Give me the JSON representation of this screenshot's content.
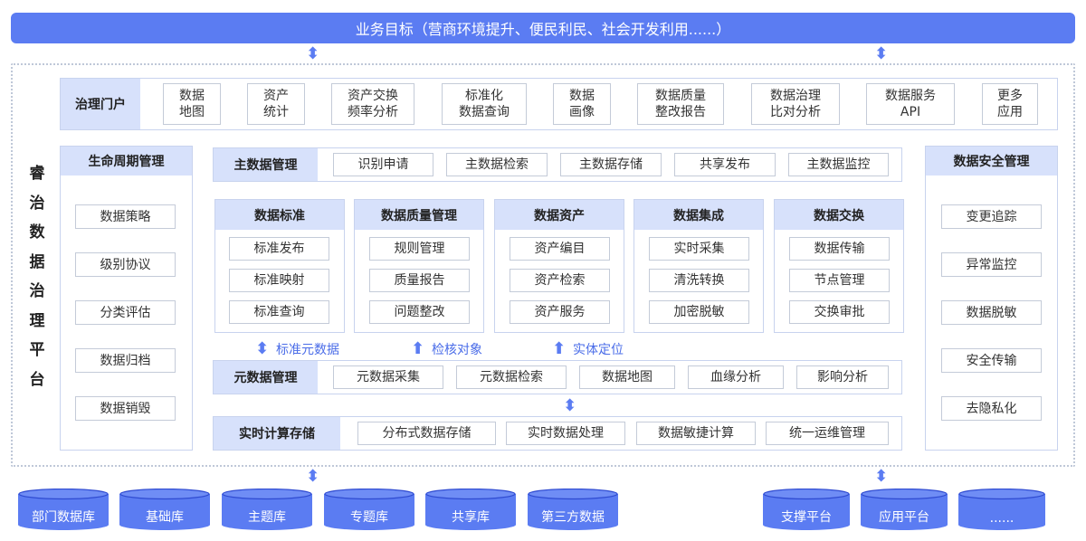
{
  "banner": "业务目标（营商环境提升、便民利民、社会开发利用......）",
  "platform_title": [
    "睿",
    "治",
    "数",
    "据",
    "治",
    "理",
    "平",
    "台"
  ],
  "portal": {
    "title": "治理门户",
    "items": [
      "数据\n地图",
      "资产\n统计",
      "资产交换\n频率分析",
      "标准化\n数据查询",
      "数据\n画像",
      "数据质量\n整改报告",
      "数据治理\n比对分析",
      "数据服务\nAPI",
      "更多\n应用"
    ]
  },
  "lifecycle": {
    "title": "生命周期管理",
    "items": [
      "数据策略",
      "级别协议",
      "分类评估",
      "数据归档",
      "数据销毁"
    ]
  },
  "security": {
    "title": "数据安全管理",
    "items": [
      "变更追踪",
      "异常监控",
      "数据脱敏",
      "安全传输",
      "去隐私化"
    ]
  },
  "master_data": {
    "title": "主数据管理",
    "items": [
      "识别申请",
      "主数据检索",
      "主数据存储",
      "共享发布",
      "主数据监控"
    ]
  },
  "modules": [
    {
      "title": "数据标准",
      "items": [
        "标准发布",
        "标准映射",
        "标准查询"
      ]
    },
    {
      "title": "数据质量管理",
      "items": [
        "规则管理",
        "质量报告",
        "问题整改"
      ]
    },
    {
      "title": "数据资产",
      "items": [
        "资产编目",
        "资产检索",
        "资产服务"
      ]
    },
    {
      "title": "数据集成",
      "items": [
        "实时采集",
        "清洗转换",
        "加密脱敏"
      ]
    },
    {
      "title": "数据交换",
      "items": [
        "数据传输",
        "节点管理",
        "交换审批"
      ]
    }
  ],
  "arrow_labels": [
    "标准元数据",
    "检核对象",
    "实体定位"
  ],
  "metadata": {
    "title": "元数据管理",
    "items": [
      "元数据采集",
      "元数据检索",
      "数据地图",
      "血缘分析",
      "影响分析"
    ]
  },
  "compute": {
    "title": "实时计算存储",
    "items": [
      "分布式数据存储",
      "实时数据处理",
      "数据敏捷计算",
      "统一运维管理"
    ]
  },
  "databases_left": [
    "部门数据库",
    "基础库",
    "主题库",
    "专题库",
    "共享库",
    "第三方数据"
  ],
  "databases_right": [
    "支撑平台",
    "应用平台",
    "......"
  ],
  "colors": {
    "accent": "#5b7cf2",
    "header_fill": "#d7e1fb",
    "db_fill": "#5b7cf2",
    "db_edge": "#2f4bd1"
  }
}
